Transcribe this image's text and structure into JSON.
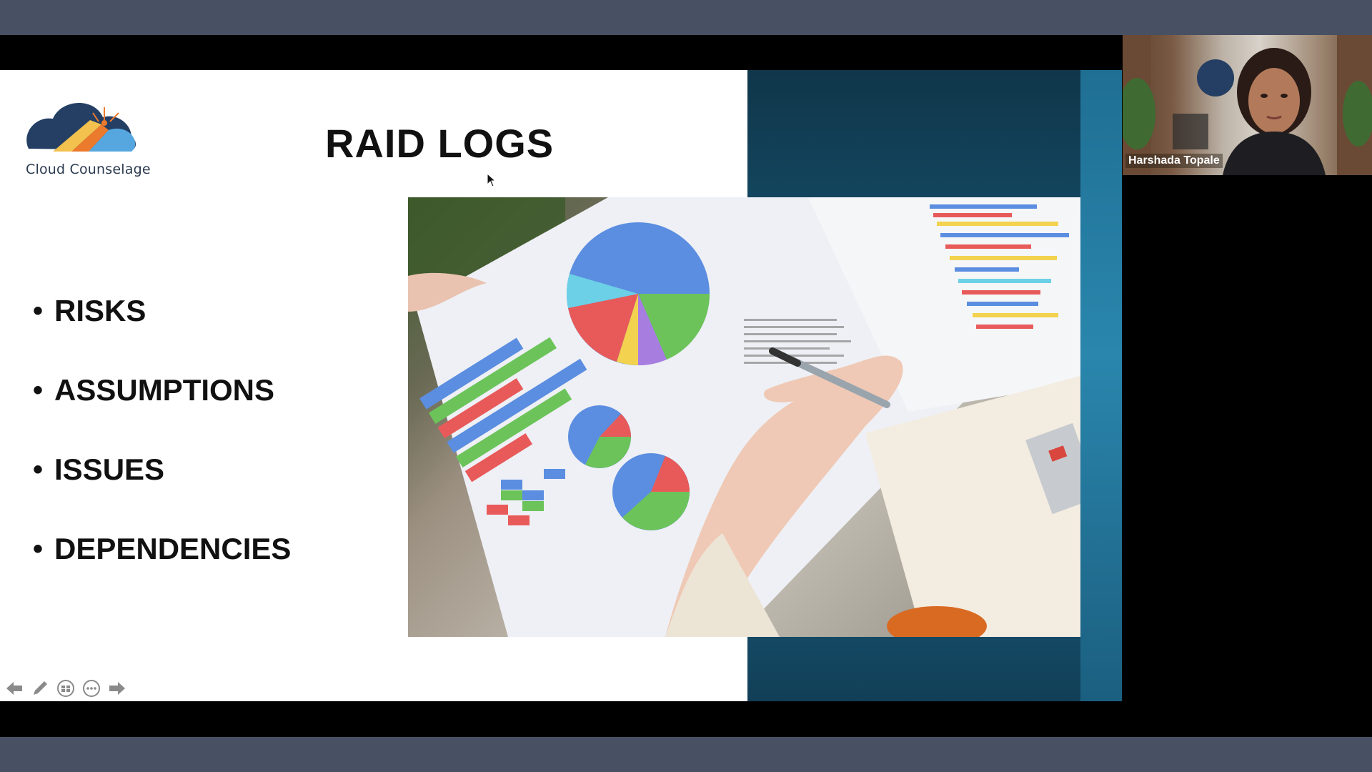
{
  "meeting": {
    "top_bar_color": "#485063",
    "bottom_bar_color": "#485063"
  },
  "slide": {
    "title": "RAID LOGS",
    "logo": {
      "icon": "cloud-logo-icon",
      "text": "Cloud Counselage"
    },
    "bullets": [
      "RISKS",
      "ASSUMPTIONS",
      "ISSUES",
      "DEPENDENCIES"
    ],
    "photo_icon": "charts-analysis-photo",
    "colors": {
      "background_left": "#ffffff",
      "background_right": "#14506c",
      "title": "#111111"
    },
    "controls": [
      {
        "icon": "arrow-left-icon",
        "name": "previous-slide-button"
      },
      {
        "icon": "pen-icon",
        "name": "pen-tool-button"
      },
      {
        "icon": "slides-grid-icon",
        "name": "see-all-slides-button"
      },
      {
        "icon": "more-options-icon",
        "name": "more-options-button"
      },
      {
        "icon": "arrow-right-icon",
        "name": "next-slide-button"
      }
    ]
  },
  "participant": {
    "name": "Harshada Topale",
    "icon": "video-feed"
  }
}
